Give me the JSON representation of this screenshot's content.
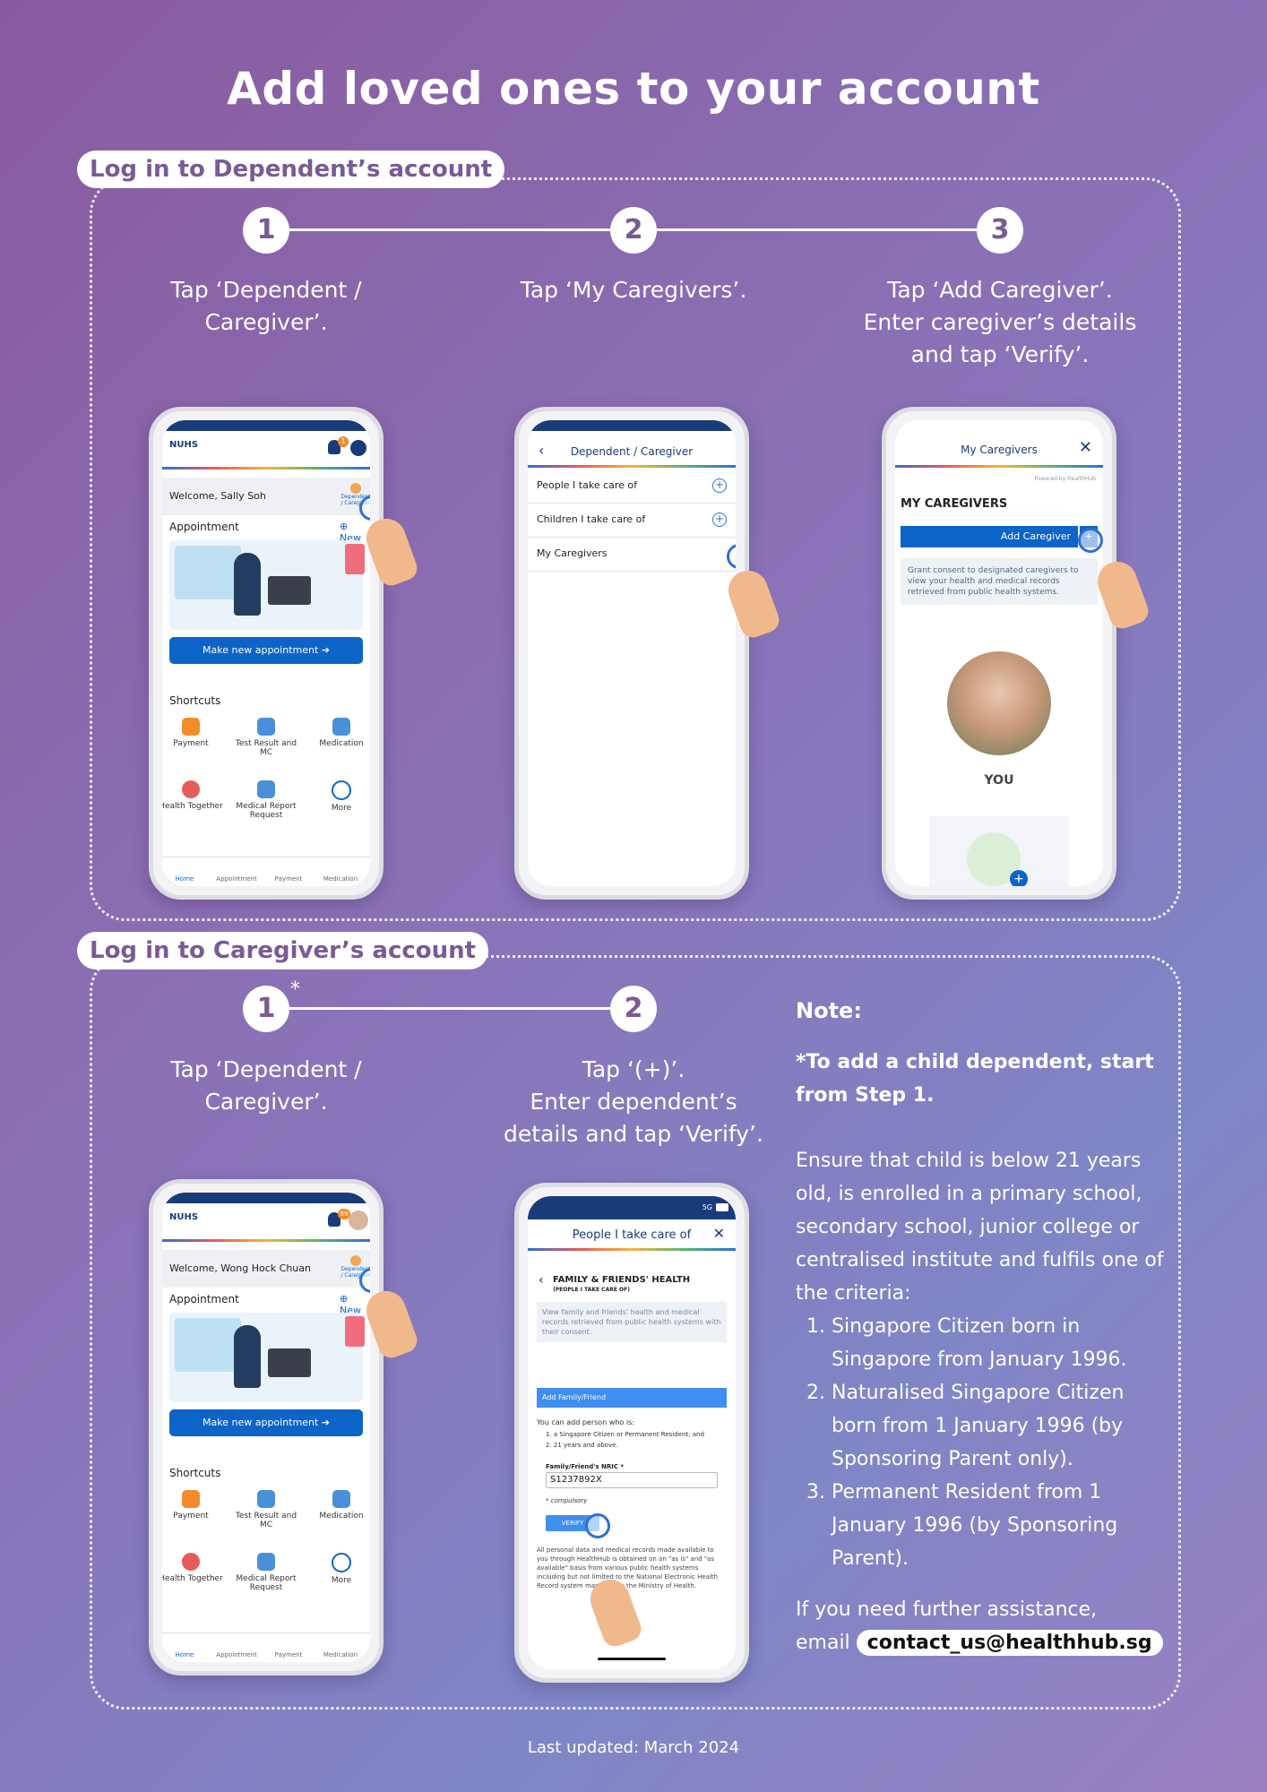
{
  "title": "Add loved ones to your account",
  "section1": {
    "tag": "Log in to Dependent’s account",
    "steps": [
      {
        "num": "1",
        "text_line1": "Tap ‘Dependent /",
        "text_line2": "Caregiver’."
      },
      {
        "num": "2",
        "text_line1": "Tap ‘My Caregivers’.",
        "text_line2": ""
      },
      {
        "num": "3",
        "text_line1": "Tap ‘Add Caregiver’.",
        "text_line2": "Enter caregiver’s details",
        "text_line3": "and tap ‘Verify’."
      }
    ],
    "phone1": {
      "logo": "NUHS",
      "badge": "1",
      "welcome": "Welcome, Sally Soh",
      "dependent_label": "Dependent / Caregiver",
      "appointment": "Appointment",
      "new": "New",
      "make_appt": "Make new appointment",
      "shortcuts": "Shortcuts",
      "items": [
        "Payment",
        "Test Result and MC",
        "Medication",
        "Health Together",
        "Medical Report Request",
        "More"
      ],
      "nav": [
        "Home",
        "Appointment",
        "Payment",
        "Medication"
      ]
    },
    "phone2": {
      "header": "Dependent / Caregiver",
      "rows": [
        "People I take care of",
        "Children I take care of",
        "My Caregivers"
      ]
    },
    "phone3": {
      "header": "My Caregivers",
      "powered": "Powered by HealthHub",
      "heading": "MY CAREGIVERS",
      "add_btn": "Add Caregiver",
      "consent": "Grant consent to designated caregivers to view your health and medical records retrieved from public health systems.",
      "you": "YOU"
    }
  },
  "section2": {
    "tag": "Log in to Caregiver’s account",
    "steps": [
      {
        "num": "1",
        "star": "*",
        "text_line1": "Tap ‘Dependent /",
        "text_line2": "Caregiver’."
      },
      {
        "num": "2",
        "text_line1": "Tap ‘(+)’.",
        "text_line2": "Enter dependent’s",
        "text_line3": "details and tap ‘Verify’."
      }
    ],
    "phone1": {
      "logo": "NUHS",
      "badge": "99",
      "welcome": "Welcome, Wong Hock Chuan",
      "dependent_label": "Dependent / Caregiver",
      "appointment": "Appointment",
      "new": "New",
      "make_appt": "Make new appointment",
      "shortcuts": "Shortcuts",
      "items": [
        "Payment",
        "Test Result and MC",
        "Medication",
        "Health Together",
        "Medical Report Request",
        "More"
      ],
      "nav": [
        "Home",
        "Appointment",
        "Payment",
        "Medication"
      ]
    },
    "phone2": {
      "status": "5G",
      "header": "People I take care of",
      "heading": "FAMILY & FRIENDS' HEALTH",
      "subheading": "(PEOPLE I TAKE CARE OF)",
      "info": "View family and friends' health and medical records retrieved from public health systems with their consent.",
      "add_btn": "Add Family/Friend",
      "can_add": "You can add person who is:",
      "crit1": "1.  a Singapore Citizen or Permanent Resident; and",
      "crit2": "2.  21 years and above.",
      "nric_label": "Family/Friend's NRIC *",
      "nric_value": "S1237892X",
      "compulsory": "* compulsory",
      "verify": "VERIFY",
      "disclaimer": "All personal data and medical records made available to you through HealthHub is obtained on an \"as is\" and \"as available\" basis from various public health systems including but not limited to the National Electronic Health Record system managed by the Ministry of Health."
    }
  },
  "note": {
    "heading": "Note:",
    "bold": "*To add a child dependent, start from Step 1.",
    "body": "Ensure that child is below 21 years old, is enrolled in a primary school, secondary school, junior college or centralised institute and fulfils one of the criteria:",
    "items": [
      "Singapore Citizen born in Singapore from January 1996.",
      "Naturalised Singapore Citizen born from 1 January 1996 (by Sponsoring Parent only).",
      "Permanent Resident from 1 January 1996 (by Sponsoring Parent)."
    ],
    "assist": "If you need further assistance,",
    "email_prefix": "email",
    "email": "contact_us@healthhub.sg"
  },
  "footer": "Last updated: March 2024",
  "colors": {
    "accent": "#7a5a95",
    "blue": "#0c64c8",
    "navy": "#1a3b7a"
  }
}
